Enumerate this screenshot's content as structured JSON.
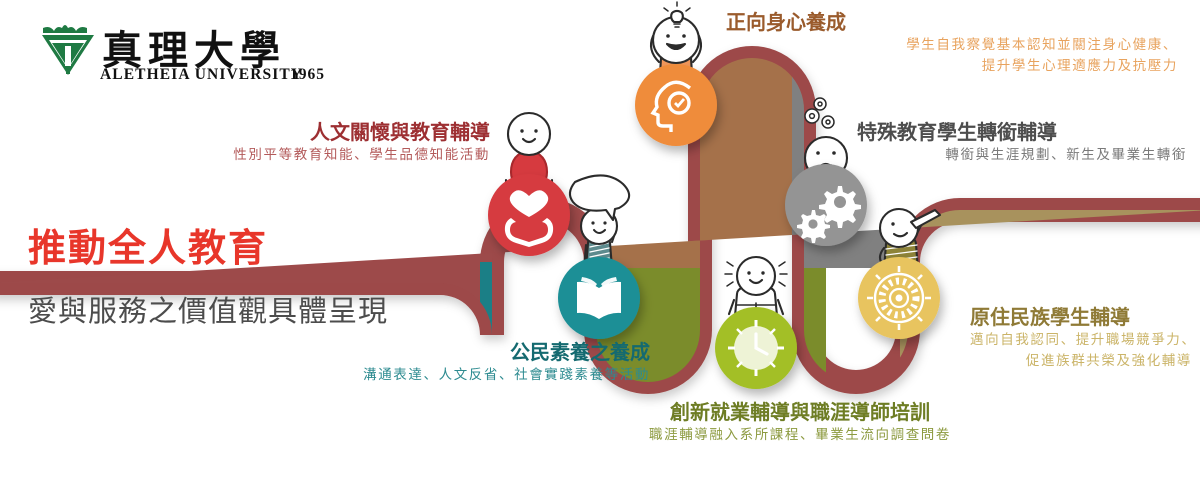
{
  "logo": {
    "cjk_name": "真理大學",
    "english_name": "ALETHEIA UNIVERSITY",
    "year": "1965",
    "mark_icon": "aletheia-shield-icon",
    "mark_color": "#1f7a43"
  },
  "headline": {
    "line1": "推動全人教育",
    "line2": "愛與服務之價值觀具體呈現",
    "line1_color": "#e8362a",
    "line2_color": "#4c4c4c",
    "divider_color": "#9d4a4a"
  },
  "ribbon": {
    "colors": {
      "dark_red": "#9d4a4a",
      "teal": "#1b7f86",
      "brown": "#a5714a",
      "olive": "#7b8c2b",
      "gray": "#808080",
      "gold": "#a8925d"
    }
  },
  "nodes": [
    {
      "id": "humanistic-care",
      "title": "人文關懷與教育輔導",
      "subtitle": [
        "性別平等教育知能、學生品德知能活動"
      ],
      "title_color": "#9d2f32",
      "sub_color": "#b35a5a",
      "circle_color": "#d63a3f",
      "band_color": "#9d4a4a",
      "icon": "hands-holding-heart-icon",
      "figure": "figure-holding-heart"
    },
    {
      "id": "civic-literacy",
      "title": "公民素養之養成",
      "subtitle": [
        "溝通表達、人文反省、社會實踐素養等活動"
      ],
      "title_color": "#146a70",
      "sub_color": "#2d8b90",
      "circle_color": "#1b8f96",
      "band_color": "#1b7f86",
      "icon": "open-book-icon",
      "figure": "figure-with-speech-bubble"
    },
    {
      "id": "positive-mind-body",
      "title": "正向身心養成",
      "subtitle": [
        "學生自我察覺基本認知並關注身心健康、",
        "提升學生心理適應力及抗壓力"
      ],
      "title_color": "#9a5b2c",
      "sub_color": "#e8a35e",
      "circle_color": "#ef8c3a",
      "band_color": "#a5714a",
      "icon": "head-check-icon",
      "figure": "figure-with-lightbulb"
    },
    {
      "id": "career-guidance",
      "title": "創新就業輔導與職涯導師培訓",
      "subtitle": [
        "職涯輔導融入系所課程、畢業生流向調查問卷"
      ],
      "title_color": "#6e7d24",
      "sub_color": "#8c9a3f",
      "circle_color": "#a3bf26",
      "band_color": "#7b8c2b",
      "icon": "clock-icon",
      "figure": "figure-reading-book"
    },
    {
      "id": "special-education-transition",
      "title": "特殊教育學生轉銜輔導",
      "subtitle": [
        "轉銜與生涯規劃、新生及畢業生轉銜"
      ],
      "title_color": "#4d4d4d",
      "sub_color": "#7a7a7a",
      "circle_color": "#949494",
      "band_color": "#808080",
      "icon": "gears-icon",
      "figure": "figure-sad-with-gears"
    },
    {
      "id": "indigenous-student-guidance",
      "title": "原住民族學生輔導",
      "subtitle": [
        "邁向自我認同、提升職場競爭力、",
        "促進族群共榮及強化輔導"
      ],
      "title_color": "#8f7a36",
      "sub_color": "#cbb468",
      "circle_color": "#e8c45e",
      "band_color": "#a8925d",
      "icon": "indigenous-sun-icon",
      "figure": "figure-with-telescope"
    }
  ]
}
